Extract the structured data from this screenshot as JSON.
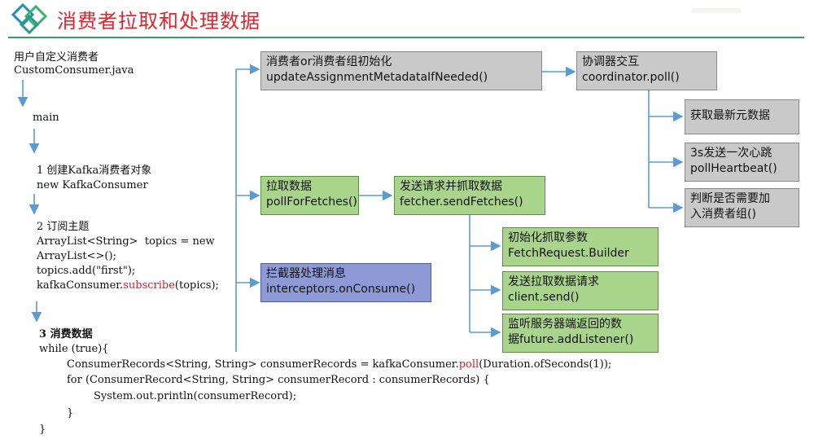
{
  "header": {
    "title": "消费者拉取和处理数据"
  },
  "left_code": {
    "line_user_cn": "用户自定义消费者",
    "line_file": "CustomConsumer.java",
    "main": "main",
    "step1_title": "1 创建Kafka消费者对象",
    "step1_code": "new KafkaConsumer",
    "step2_title": "2 订阅主题",
    "step2_l1": "ArrayList<String>  topics = new",
    "step2_l2": "ArrayList<>();",
    "step2_l3": "topics.add(\"first\");",
    "step2_l4_pre": "kafkaConsumer.",
    "step2_l4_red": "subscribe",
    "step2_l4_post": "(topics);",
    "step3_title": "3 消费数据",
    "while_line": "while (true){",
    "poll_pre": "ConsumerRecords<String, String> consumerRecords = kafkaConsumer.",
    "poll_red": "poll",
    "poll_post": "(Duration.ofSeconds(1));",
    "for_line": "for (ConsumerRecord<String, String> consumerRecord : consumerRecords) {",
    "println_line": "System.out.println(consumerRecord);",
    "close_inner": "}",
    "close_outer": "}"
  },
  "boxes": {
    "init": {
      "cn": "消费者or消费者组初始化",
      "code": "updateAssignmentMetadataIfNeeded()"
    },
    "coordinator": {
      "cn": "协调器交互",
      "code": "coordinator.poll()"
    },
    "metadata": {
      "cn": "获取最新元数据"
    },
    "heartbeat": {
      "cn": "3s发送一次心跳",
      "code": "pollHeartbeat()"
    },
    "join": {
      "l1": "判断是否需要加",
      "l2": "入消费者组()"
    },
    "pollfetch": {
      "cn": "拉取数据",
      "code": "pollForFetches()"
    },
    "sendfetch": {
      "cn": "发送请求并抓取数据",
      "code": "fetcher.sendFetches()"
    },
    "builder": {
      "cn": "初始化抓取参数",
      "code": "FetchRequest.Builder"
    },
    "clientsend": {
      "cn": "发送拉取数据请求",
      "code": "client.send()"
    },
    "listener": {
      "l1": "监听服务器端返回的数",
      "l2": "据future.addListener()"
    },
    "interceptor": {
      "cn": "拦截器处理消息",
      "code": "interceptors.onConsume()"
    }
  },
  "colors": {
    "title": "#e3222b",
    "gray_box": "#c9c9c9",
    "green_box": "#a9d48c",
    "blue_box": "#8e9ad6",
    "arrow": "#5b9bd5"
  }
}
